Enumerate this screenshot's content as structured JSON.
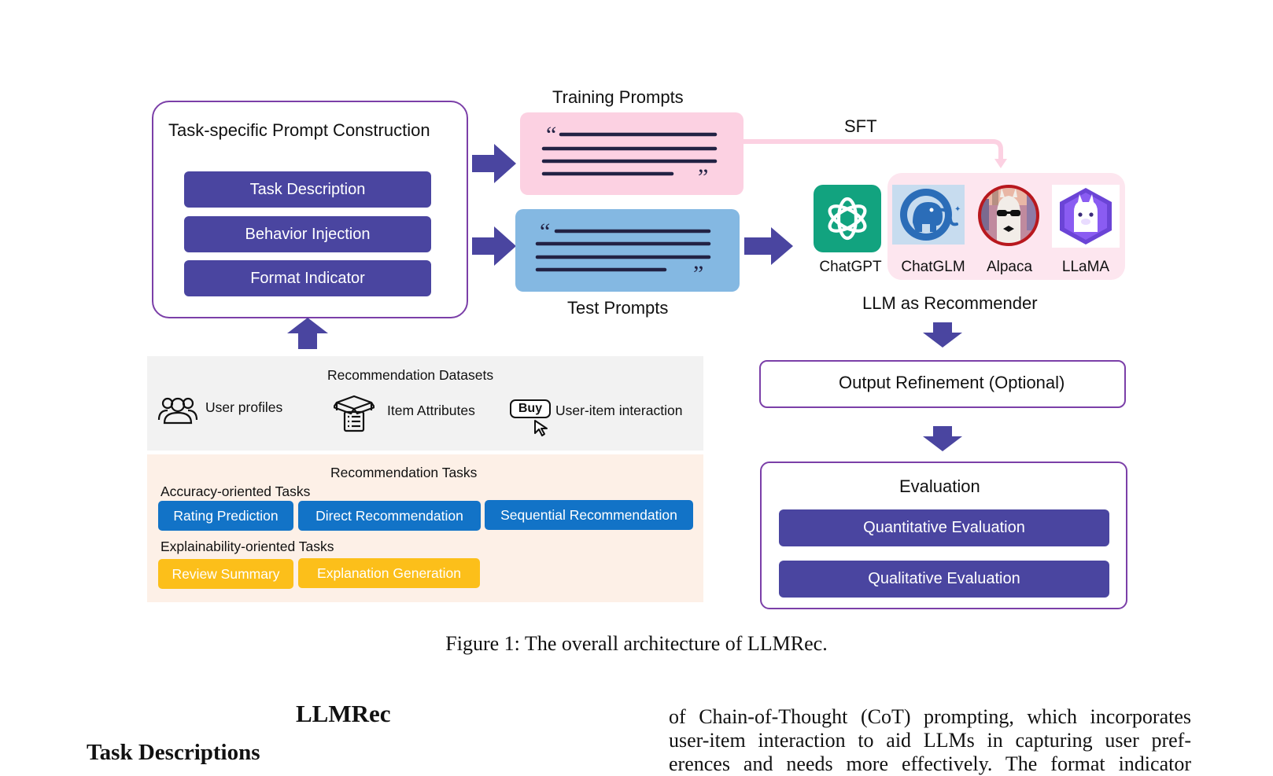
{
  "prompt_construction": {
    "title": "Task-specific Prompt Construction",
    "items": [
      "Task Description",
      "Behavior Injection",
      "Format Indicator"
    ]
  },
  "prompts": {
    "training_label": "Training Prompts",
    "test_label": "Test Prompts",
    "sft_label": "SFT",
    "training_color": "#fcd1e2",
    "test_color": "#84b8e2"
  },
  "llms": {
    "names": [
      "ChatGPT",
      "ChatGLM",
      "Alpaca",
      "LLaMA"
    ],
    "caption": "LLM as Recommender",
    "icons": [
      "openai-logo-icon",
      "elephant-logo-icon",
      "alpaca-logo-icon",
      "llama-logo-icon"
    ]
  },
  "output_refinement": {
    "label": "Output Refinement (Optional)"
  },
  "evaluation": {
    "title": "Evaluation",
    "items": [
      "Quantitative Evaluation",
      "Qualitative Evaluation"
    ]
  },
  "datasets": {
    "title": "Recommendation Datasets",
    "user_profiles": "User profiles",
    "item_attributes": "Item Attributes",
    "buy": "Buy",
    "interaction": "User-item interaction"
  },
  "tasks": {
    "title": "Recommendation Tasks",
    "accuracy_label": "Accuracy-oriented Tasks",
    "accuracy_items": [
      "Rating Prediction",
      "Direct Recommendation",
      "Sequential Recommendation"
    ],
    "explain_label": "Explainability-oriented Tasks",
    "explain_items": [
      "Review Summary",
      "Explanation Generation"
    ]
  },
  "colors": {
    "accent_purple": "#4a45a0",
    "border_purple": "#7b3fa8",
    "task_blue": "#1273c7",
    "task_yellow": "#fcbf1a"
  },
  "caption": "Figure 1: The overall architecture of LLMRec.",
  "paper": {
    "section_title": "LLMRec",
    "subsection_title": "Task Descriptions",
    "right_text_lines": [
      "of Chain-of-Thought (CoT) prompting, which incorporates",
      "user-item interaction to aid LLMs in capturing user pref-",
      "erences and needs more effectively. The format indicator"
    ]
  }
}
